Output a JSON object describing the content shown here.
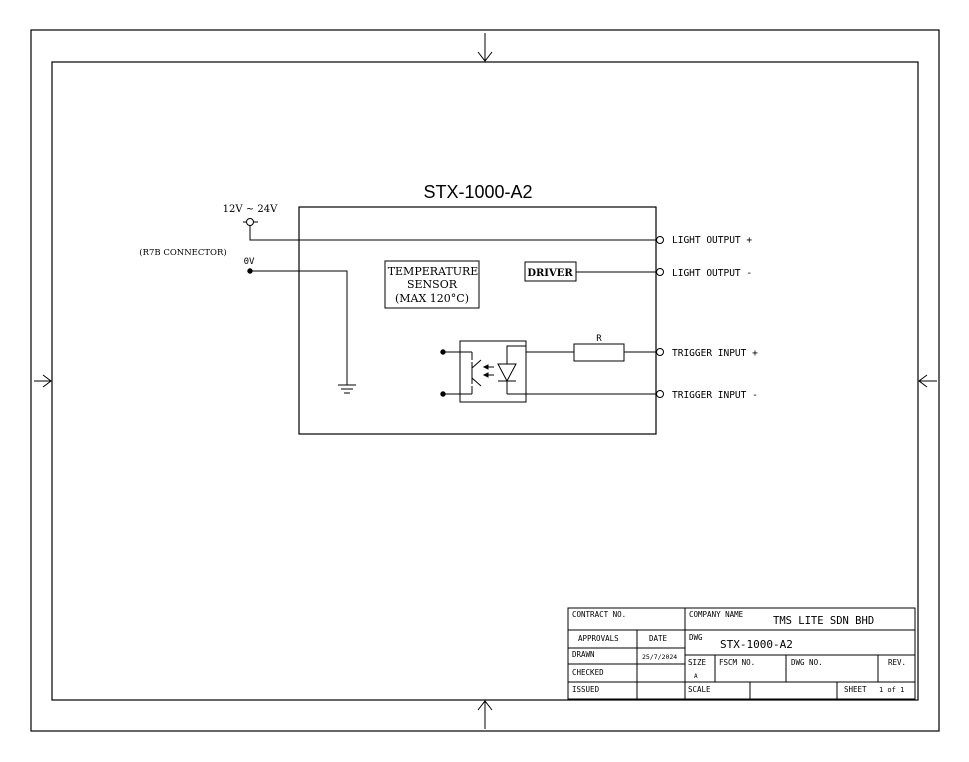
{
  "diagram": {
    "title": "STX-1000-A2",
    "supply_label": "12V ~ 24V",
    "connector_label": "(R7B CONNECTOR)",
    "ground_label": "0V",
    "temperature_sensor": {
      "line1": "TEMPERATURE",
      "line2": "SENSOR",
      "line3": "(MAX 120°C)"
    },
    "driver_label": "DRIVER",
    "resistor_label": "R",
    "terminals": {
      "light_output_plus": "LIGHT OUTPUT +",
      "light_output_minus": "LIGHT OUTPUT -",
      "trigger_input_plus": "TRIGGER INPUT +",
      "trigger_input_minus": "TRIGGER INPUT -"
    }
  },
  "title_block": {
    "contract_no_label": "CONTRACT NO.",
    "company_name_label": "COMPANY NAME",
    "company_name": "TMS LITE SDN BHD",
    "approvals_label": "APPROVALS",
    "date_label": "DATE",
    "dwg_label": "DWG",
    "dwg_value": "STX-1000-A2",
    "drawn_label": "DRAWN",
    "drawn_date": "25/7/2024",
    "checked_label": "CHECKED",
    "issued_label": "ISSUED",
    "size_label": "SIZE",
    "size_value": "A",
    "fscm_label": "FSCM NO.",
    "dwg_no_label": "DWG NO.",
    "rev_label": "REV.",
    "scale_label": "SCALE",
    "sheet_label": "SHEET",
    "sheet_value": "1 of 1"
  }
}
